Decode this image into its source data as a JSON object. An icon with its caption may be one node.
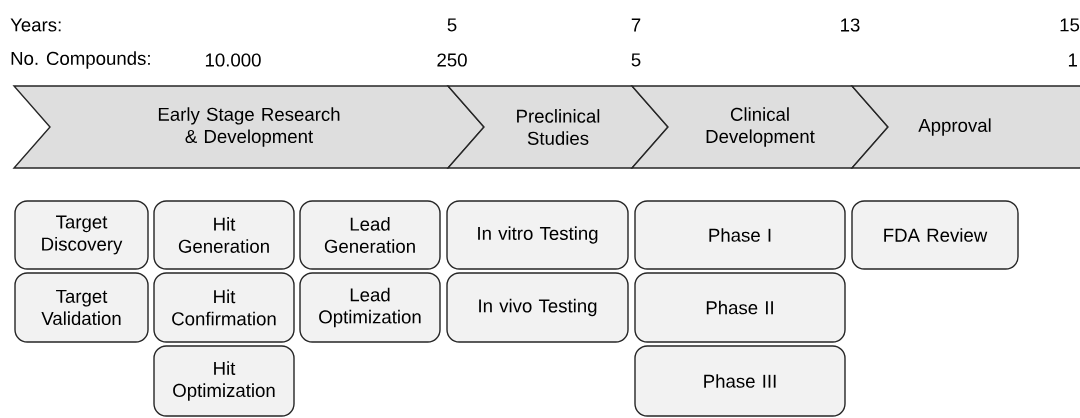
{
  "diagram": {
    "nodes": [
      {
        "text": [
          "Early Stage Research & Development"
        ]
      },
      {
        "text": [
          "Preclinical Studies"
        ]
      },
      {
        "text": [
          "Clinical Development"
        ]
      },
      {
        "text": [
          "Approval"
        ]
      },
      {
        "text": [
          "Target Discovery"
        ]
      },
      {
        "text": [
          "Hit Generation"
        ]
      },
      {
        "text": [
          "Lead Generation"
        ]
      },
      {
        "text": [
          "In vitro Testing"
        ]
      },
      {
        "text": [
          "Phase I"
        ]
      },
      {
        "text": [
          "FDA Review"
        ]
      },
      {
        "text": [
          "Target Validation"
        ]
      },
      {
        "text": [
          "Hit Confirmation"
        ]
      },
      {
        "text": [
          "Lead Optimization"
        ]
      },
      {
        "text": [
          "In vivo Testing"
        ]
      },
      {
        "text": [
          "Phase II"
        ]
      },
      {
        "text": [
          "Hit Optimization"
        ]
      },
      {
        "text": [
          "Phase III"
        ]
      }
    ],
    "labels": [
      "Years:",
      "5",
      "7",
      "13",
      "15",
      "No. Compounds:",
      "10.000",
      "250",
      "5",
      "1"
    ]
  }
}
